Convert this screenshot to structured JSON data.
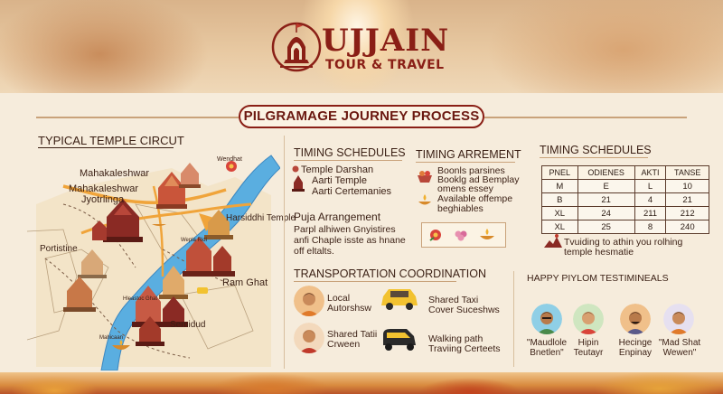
{
  "header": {
    "brand_line1": "UJJAIN",
    "brand_line2": "TOUR & TRAVEL"
  },
  "title": "PILGRAMAGE JOURNEY PROCESS",
  "circuit": {
    "heading": "TYPICAL TEMPLE CIRCUT",
    "labels": {
      "mahakaleshwar": "Mahakaleshwar",
      "mahakaleshwar_jyotirlinga_1": "Mahakaleshwar",
      "mahakaleshwar_jyotirlinga_2": "Jyotrlinga",
      "wendhat": "Wendhat",
      "harsiddhi": "Harsiddhi Temple",
      "small_label": "Wepla Ridi",
      "portistine": "Portistine",
      "ram_ghat": "Ram Ghat",
      "small_label_2": "Hleastoc Ghat",
      "semidud": "Semidud",
      "small_label_3": "Mahicaan"
    }
  },
  "timing_schedules_1": {
    "heading": "TIMING SCHEDULES",
    "items": [
      "Temple Darshan",
      "Aarti Temple",
      "Aarti Certemanies"
    ]
  },
  "puja": {
    "heading": "Puja Arrangement",
    "text_lines": [
      "Parpl alhiwen Gnyistires",
      "anfi Chaple isste as hnane",
      "off eltalts."
    ]
  },
  "timing_arrangement": {
    "heading": "TIMING ARREMENT",
    "line1": [
      "Boonls parsines",
      "Booklg ad Bemplay",
      "omens essey"
    ],
    "line2": [
      "Available offempe",
      "beghiables"
    ]
  },
  "timing_schedules_2": {
    "heading": "TIMING SCHEDULES",
    "table": {
      "headers": [
        "PNEL",
        "ODIENES",
        "AKTI",
        "TANSE"
      ],
      "rows": [
        [
          "M",
          "E",
          "L",
          "10"
        ],
        [
          "B",
          "21",
          "4",
          "21"
        ],
        [
          "XL",
          "24",
          "211",
          "212"
        ],
        [
          "XL",
          "25",
          "8",
          "240"
        ]
      ]
    },
    "note_lines": [
      "Tvuiding to athin you rolhing",
      "temple hesmatie"
    ]
  },
  "transport": {
    "heading": "TRANSPORTATION COORDINATION",
    "items": [
      {
        "icon": "person-icon",
        "lines": [
          "Local",
          "Autorshsw"
        ]
      },
      {
        "icon": "taxi-icon",
        "lines": [
          "Shared Taxi",
          "Cover Suceshws"
        ]
      },
      {
        "icon": "person-icon",
        "lines": [
          "Shared Tatii",
          "Crween"
        ]
      },
      {
        "icon": "auto-rickshaw-icon",
        "lines": [
          "Walking path",
          "Traviing Certeets"
        ]
      }
    ]
  },
  "testimonials": {
    "heading": "HAPPY PIYLOM TESTIMINEALS",
    "people": [
      {
        "lines": [
          "\"Maudlole",
          "Bnetlen\""
        ]
      },
      {
        "lines": [
          "Hipin",
          "Teutayr"
        ]
      },
      {
        "lines": [
          "Hecinge",
          "Enpinay"
        ]
      },
      {
        "lines": [
          "\"Mad Shat",
          "Wewen\""
        ]
      }
    ]
  },
  "colors": {
    "brand": "#8a1f16",
    "river": "#5aaee0",
    "road": "#f0a43a",
    "background": "#f6ecdc"
  }
}
